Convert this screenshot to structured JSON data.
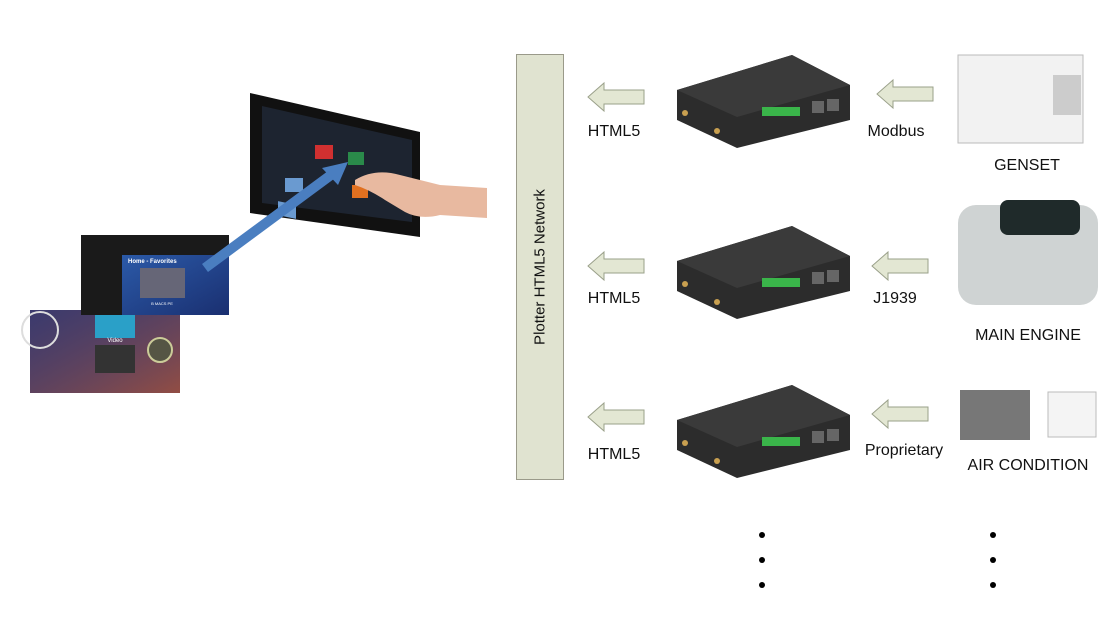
{
  "network": {
    "label": "Plotter HTML5 Network"
  },
  "rows": [
    {
      "output": "HTML5",
      "protocol": "Modbus",
      "equipment": "GENSET"
    },
    {
      "output": "HTML5",
      "protocol": "J1939",
      "equipment": "MAIN ENGINE"
    },
    {
      "output": "HTML5",
      "protocol": "Proprietary",
      "equipment": "AIR CONDITION"
    }
  ],
  "plotter_screen": {
    "title": "Home - Favorites",
    "tile1": "B MACS PE",
    "tile2": "Video"
  },
  "colors": {
    "arrow_fill": "#e3e7d3",
    "arrow_stroke": "#9aa08a",
    "bar_fill": "#e0e3d0",
    "blue_arrow": "#4a7ec0"
  }
}
